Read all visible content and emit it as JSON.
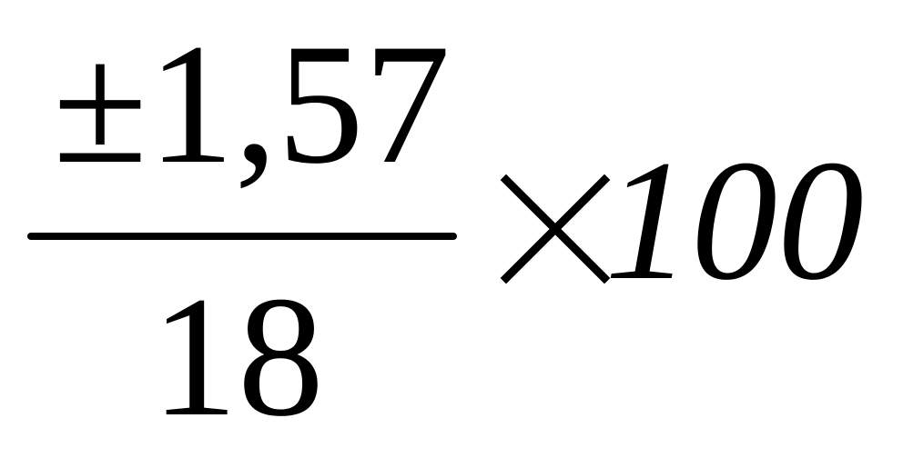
{
  "formula": {
    "numerator": "±1,57",
    "denominator": "18",
    "operator": "×",
    "multiplier": "100"
  }
}
